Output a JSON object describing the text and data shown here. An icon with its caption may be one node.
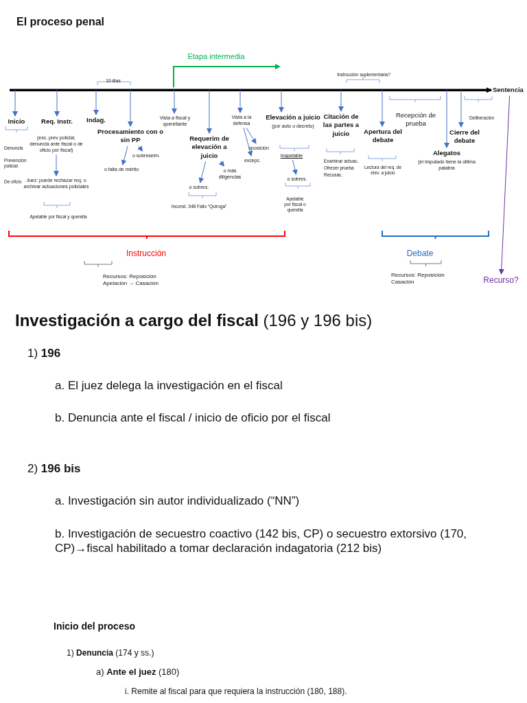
{
  "diagram": {
    "title": "El proceso penal",
    "nodes": [
      {
        "text": [
          "Inicio"
        ]
      },
      {
        "text": [
          "Req. Instr."
        ]
      },
      {
        "text": [
          "(exc. prev policial, denuncia ante fiscal o de oficio por fiscal)"
        ]
      },
      {
        "text": [
          "Juez: puede rechazar req. o archivar actuaciones policiales"
        ]
      },
      {
        "text": [
          "Indag."
        ]
      },
      {
        "text": [
          "Procesamiento con o sin PP"
        ]
      },
      {
        "text": [
          "o sobreseim."
        ]
      },
      {
        "text": [
          "o falta de mérito"
        ]
      },
      {
        "text": [
          "Vista a fiscal y querellante"
        ]
      },
      {
        "text": [
          "Requerim de elevación a juicio"
        ]
      },
      {
        "text": [
          "o más diligencias"
        ]
      },
      {
        "text": [
          "o sobres."
        ]
      },
      {
        "text": [
          "Vista a la defensa"
        ]
      },
      {
        "text": [
          "oposición"
        ]
      },
      {
        "text": [
          "excepc."
        ]
      },
      {
        "text": [
          "Elevación a juicio",
          "(por auto o decreto)"
        ]
      },
      {
        "text": [
          "Inapelable"
        ]
      },
      {
        "text": [
          "o sobres."
        ]
      },
      {
        "text": [
          "Citación de las partes a juicio"
        ]
      },
      {
        "text": [
          "Apertura del debate"
        ]
      },
      {
        "text": [
          "Alegatos",
          "(el imputado tiene la última palabra"
        ]
      },
      {
        "text": [
          "Cierre del debate"
        ]
      },
      {
        "text": [
          "Sentencia"
        ]
      },
      {
        "text": [
          "Recurso?"
        ]
      }
    ],
    "edges": [
      {
        "from": null,
        "to": 22,
        "arrow": "to",
        "style": "thick",
        "color": "#000000"
      },
      {
        "from": null,
        "to": 0,
        "arrow": "to"
      },
      {
        "from": null,
        "to": 1,
        "arrow": "to"
      },
      {
        "from": 2,
        "to": 3,
        "arrow": "to"
      },
      {
        "from": null,
        "to": 4,
        "arrow": "to"
      },
      {
        "from": null,
        "to": 5,
        "arrow": "to"
      },
      {
        "from": 5,
        "to": 6,
        "arrow": "to"
      },
      {
        "from": 5,
        "to": 7,
        "arrow": "to"
      },
      {
        "from": null,
        "to": 8,
        "arrow": "to"
      },
      {
        "from": null,
        "to": 9,
        "arrow": "to"
      },
      {
        "from": 9,
        "to": 10,
        "arrow": "to"
      },
      {
        "from": 9,
        "to": 11,
        "arrow": "to"
      },
      {
        "from": null,
        "to": 12,
        "arrow": "to"
      },
      {
        "from": 12,
        "to": 13,
        "arrow": "to"
      },
      {
        "from": 12,
        "to": 14,
        "arrow": "to"
      },
      {
        "from": null,
        "to": 15,
        "arrow": "to"
      },
      {
        "from": 16,
        "to": 17,
        "arrow": "to"
      },
      {
        "from": null,
        "to": 18,
        "arrow": "to"
      },
      {
        "from": null,
        "to": 19,
        "arrow": "to"
      },
      {
        "from": null,
        "to": 20,
        "arrow": "to"
      },
      {
        "from": null,
        "to": 21,
        "arrow": "to"
      },
      {
        "from": 22,
        "to": 23,
        "arrow": "to",
        "color": "#7030a0"
      }
    ],
    "labels": [
      "Etapa intermedia",
      "10 días",
      "Instrucción suplementaria?",
      "Denuncia",
      "Prevención policial",
      "De oficio",
      "Apelable por fiscal y querella",
      "Inconst. 348 Fallo “Quiroga”",
      "Apelable por fiscal o querella",
      "Examinar actuac.",
      "Ofrecer prueba",
      "Recusac.",
      "Recepción de prueba",
      "Deliberación",
      "Lectura del req. de elev. a juicio",
      "Instrucción",
      "Recursos: Reposición Apelación → Casación",
      "Debate",
      "Recursos: Reposición Casación",
      "**Investigación a cargo del fiscal** (196 y 196 bis)",
      "1) **196**",
      "a. El juez delega la investigación en el fiscal",
      "b. Denuncia ante el fiscal / inicio de oficio por el fiscal",
      "2) **196 bis**",
      "a. Investigación sin autor individualizado (“NN”)",
      "b. Investigación de secuestro coactivo (142 bis, CP) o secuestro extorsivo (170, CP)→fiscal habilitado a tomar declaración indagatoria (212 bis)",
      "Inicio del proceso",
      "1) **Denuncia** (174 y ss.)",
      "a) **Ante el juez** (180)",
      "i. Remite al fiscal para que requiera la instrucción (180, 188)."
    ]
  }
}
